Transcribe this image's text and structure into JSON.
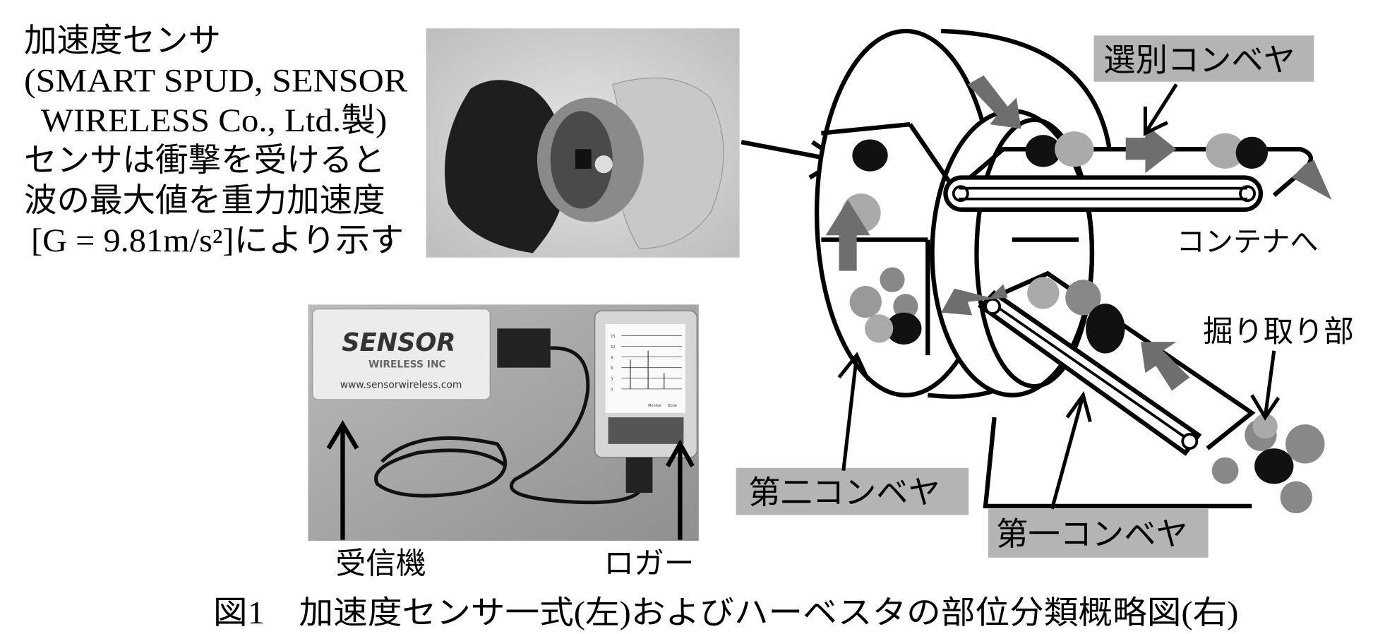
{
  "sensor_description": {
    "lines": [
      "加速度センサ",
      "(SMART SPUD,  SENSOR",
      "WIRELESS Co., Ltd.製)",
      "センサは衝撃を受けると",
      "波の最大値を重力加速度",
      "[G = 9.81m/s²]により示す"
    ]
  },
  "photo_labels": {
    "receiver": "受信機",
    "logger": "ロガー"
  },
  "receiver_brand": {
    "name": "SENSOR",
    "sub": "WIRELESS INC",
    "url": "www.sensorwireless.com"
  },
  "logger_screen": {
    "buttons": [
      "Monitor",
      "Done"
    ],
    "y_ticks": [
      "15",
      "12",
      "9",
      "6",
      "3",
      "0"
    ]
  },
  "diagram_labels": {
    "sorting_conveyor": "選別コンベヤ",
    "to_container": "コンテナへ",
    "digging_section": "掘り取り部",
    "second_conveyor": "第二コンベヤ",
    "first_conveyor": "第一コンベヤ"
  },
  "caption": "図1　加速度センサ一式(左)およびハーベスタの部位分類概略図(右)",
  "colors": {
    "arrow_gray": "#6e6e6e",
    "label_box": "#b4b4b4"
  }
}
